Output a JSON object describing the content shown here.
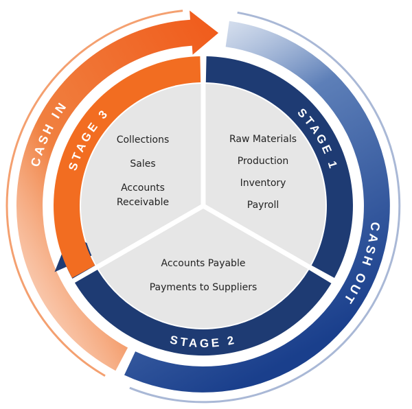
{
  "colors": {
    "orange": "#f26d21",
    "navy": "#1e3b73",
    "gray": "#e6e6e6",
    "blue_band": "#1f4b9a",
    "orange_band": "#f07a3a"
  },
  "cash_in": "CASH IN",
  "cash_out": "CASH OUT",
  "stages": [
    {
      "label": "STAGE 1",
      "items": [
        "Raw Materials",
        "Production",
        "Inventory",
        "Payroll"
      ]
    },
    {
      "label": "STAGE 2",
      "items": [
        "Accounts Payable",
        "Payments to Suppliers"
      ]
    },
    {
      "label": "STAGE 3",
      "items": [
        "Collections",
        "Sales",
        "Accounts",
        "Receivable"
      ]
    }
  ]
}
